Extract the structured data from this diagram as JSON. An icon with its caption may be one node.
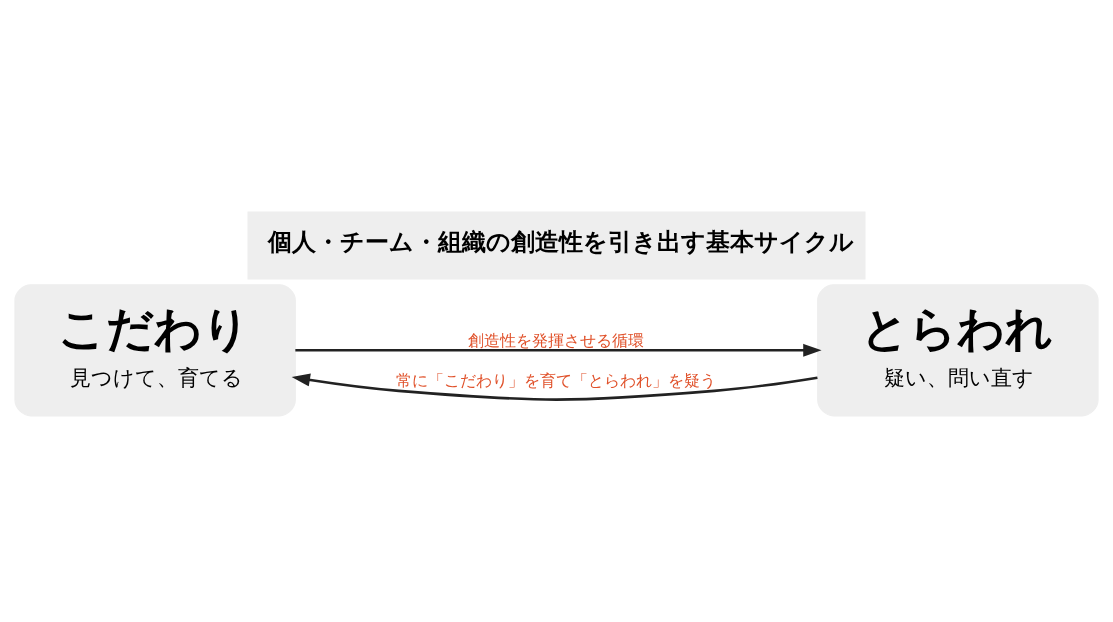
{
  "diagram": {
    "title": "個人・チーム・組織の創造性を引き出す基本サイクル",
    "nodes": [
      {
        "text": [
          "こだわり",
          "見つけて、育てる"
        ]
      },
      {
        "text": [
          "とらわれ",
          "疑い、問い直す"
        ]
      }
    ],
    "edges": [
      {
        "from": 0,
        "to": 1,
        "arrow": "to",
        "label": "創造性を発揮させる循環"
      },
      {
        "from": 1,
        "to": 0,
        "arrow": "to",
        "label": "常に「こだわり」を育て「とらわれ」を疑う"
      }
    ]
  }
}
